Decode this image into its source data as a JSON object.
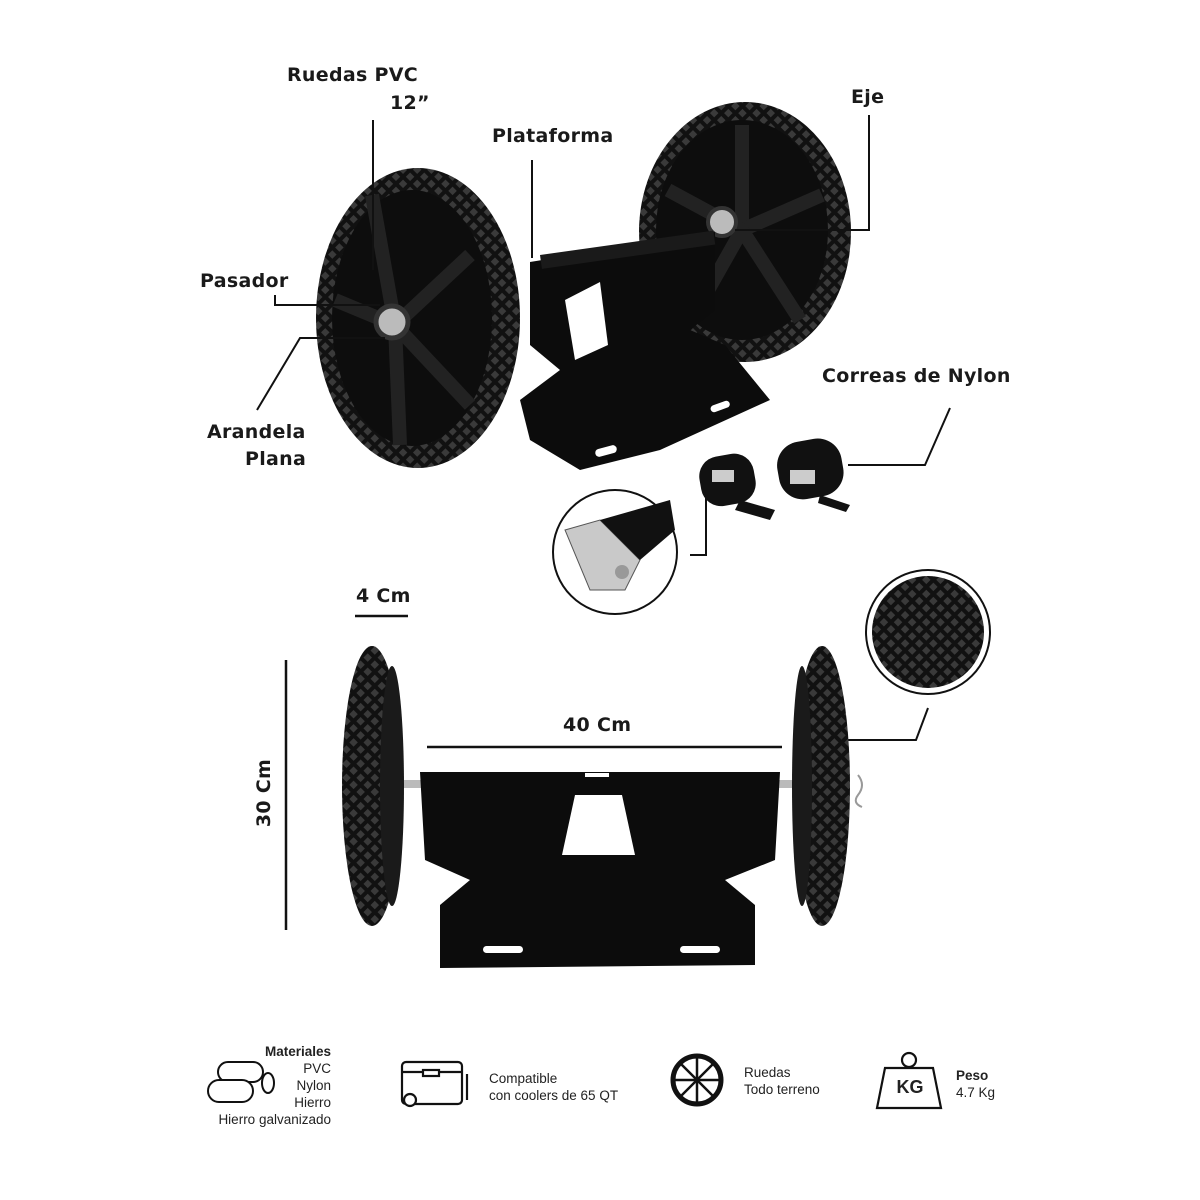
{
  "callouts": {
    "wheels_line1": "Ruedas PVC",
    "wheels_line2": "12”",
    "platform": "Plataforma",
    "axle": "Eje",
    "pin": "Pasador",
    "washer_line1": "Arandela",
    "washer_line2": "Plana",
    "straps": "Correas de Nylon"
  },
  "dimensions": {
    "wheel_width": "4 Cm",
    "axle_length": "40 Cm",
    "height": "30 Cm"
  },
  "specs": {
    "materials": {
      "title": "Materiales",
      "items": [
        "PVC",
        "Nylon",
        "Hierro",
        "Hierro galvanizado"
      ]
    },
    "compatibility": {
      "line1": "Compatible",
      "line2": "con coolers de 65 QT"
    },
    "wheels": {
      "line1": "Ruedas",
      "line2": "Todo terreno"
    },
    "weight": {
      "title": "Peso",
      "value": "4.7 Kg",
      "badge": "KG"
    }
  },
  "colors": {
    "product": "#0c0c0c",
    "text": "#1a1a1a",
    "background": "#ffffff"
  }
}
